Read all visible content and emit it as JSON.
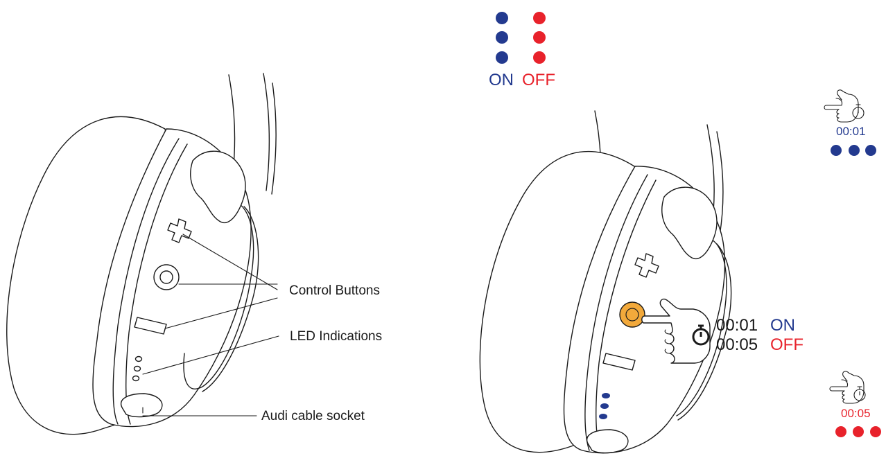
{
  "colors": {
    "on": "#233a8f",
    "off": "#e8222b",
    "button_highlight": "#f2a93b",
    "ink": "#1a1a1a"
  },
  "legend": {
    "on_label": "ON",
    "off_label": "OFF"
  },
  "callouts": {
    "control_buttons": "Control Buttons",
    "led_indications": "LED Indications",
    "audio_socket": "Audi cable socket"
  },
  "press": {
    "short_time": "00:01",
    "short_state": "ON",
    "long_time": "00:05",
    "long_state": "OFF"
  },
  "side_panels": {
    "on_time": "00:01",
    "off_time": "00:05"
  },
  "icons": {
    "hand": "pointing-hand-icon",
    "timer": "stopwatch-icon",
    "plus": "plus-button-icon",
    "minus": "minus-button-icon",
    "power": "power-button-icon"
  }
}
